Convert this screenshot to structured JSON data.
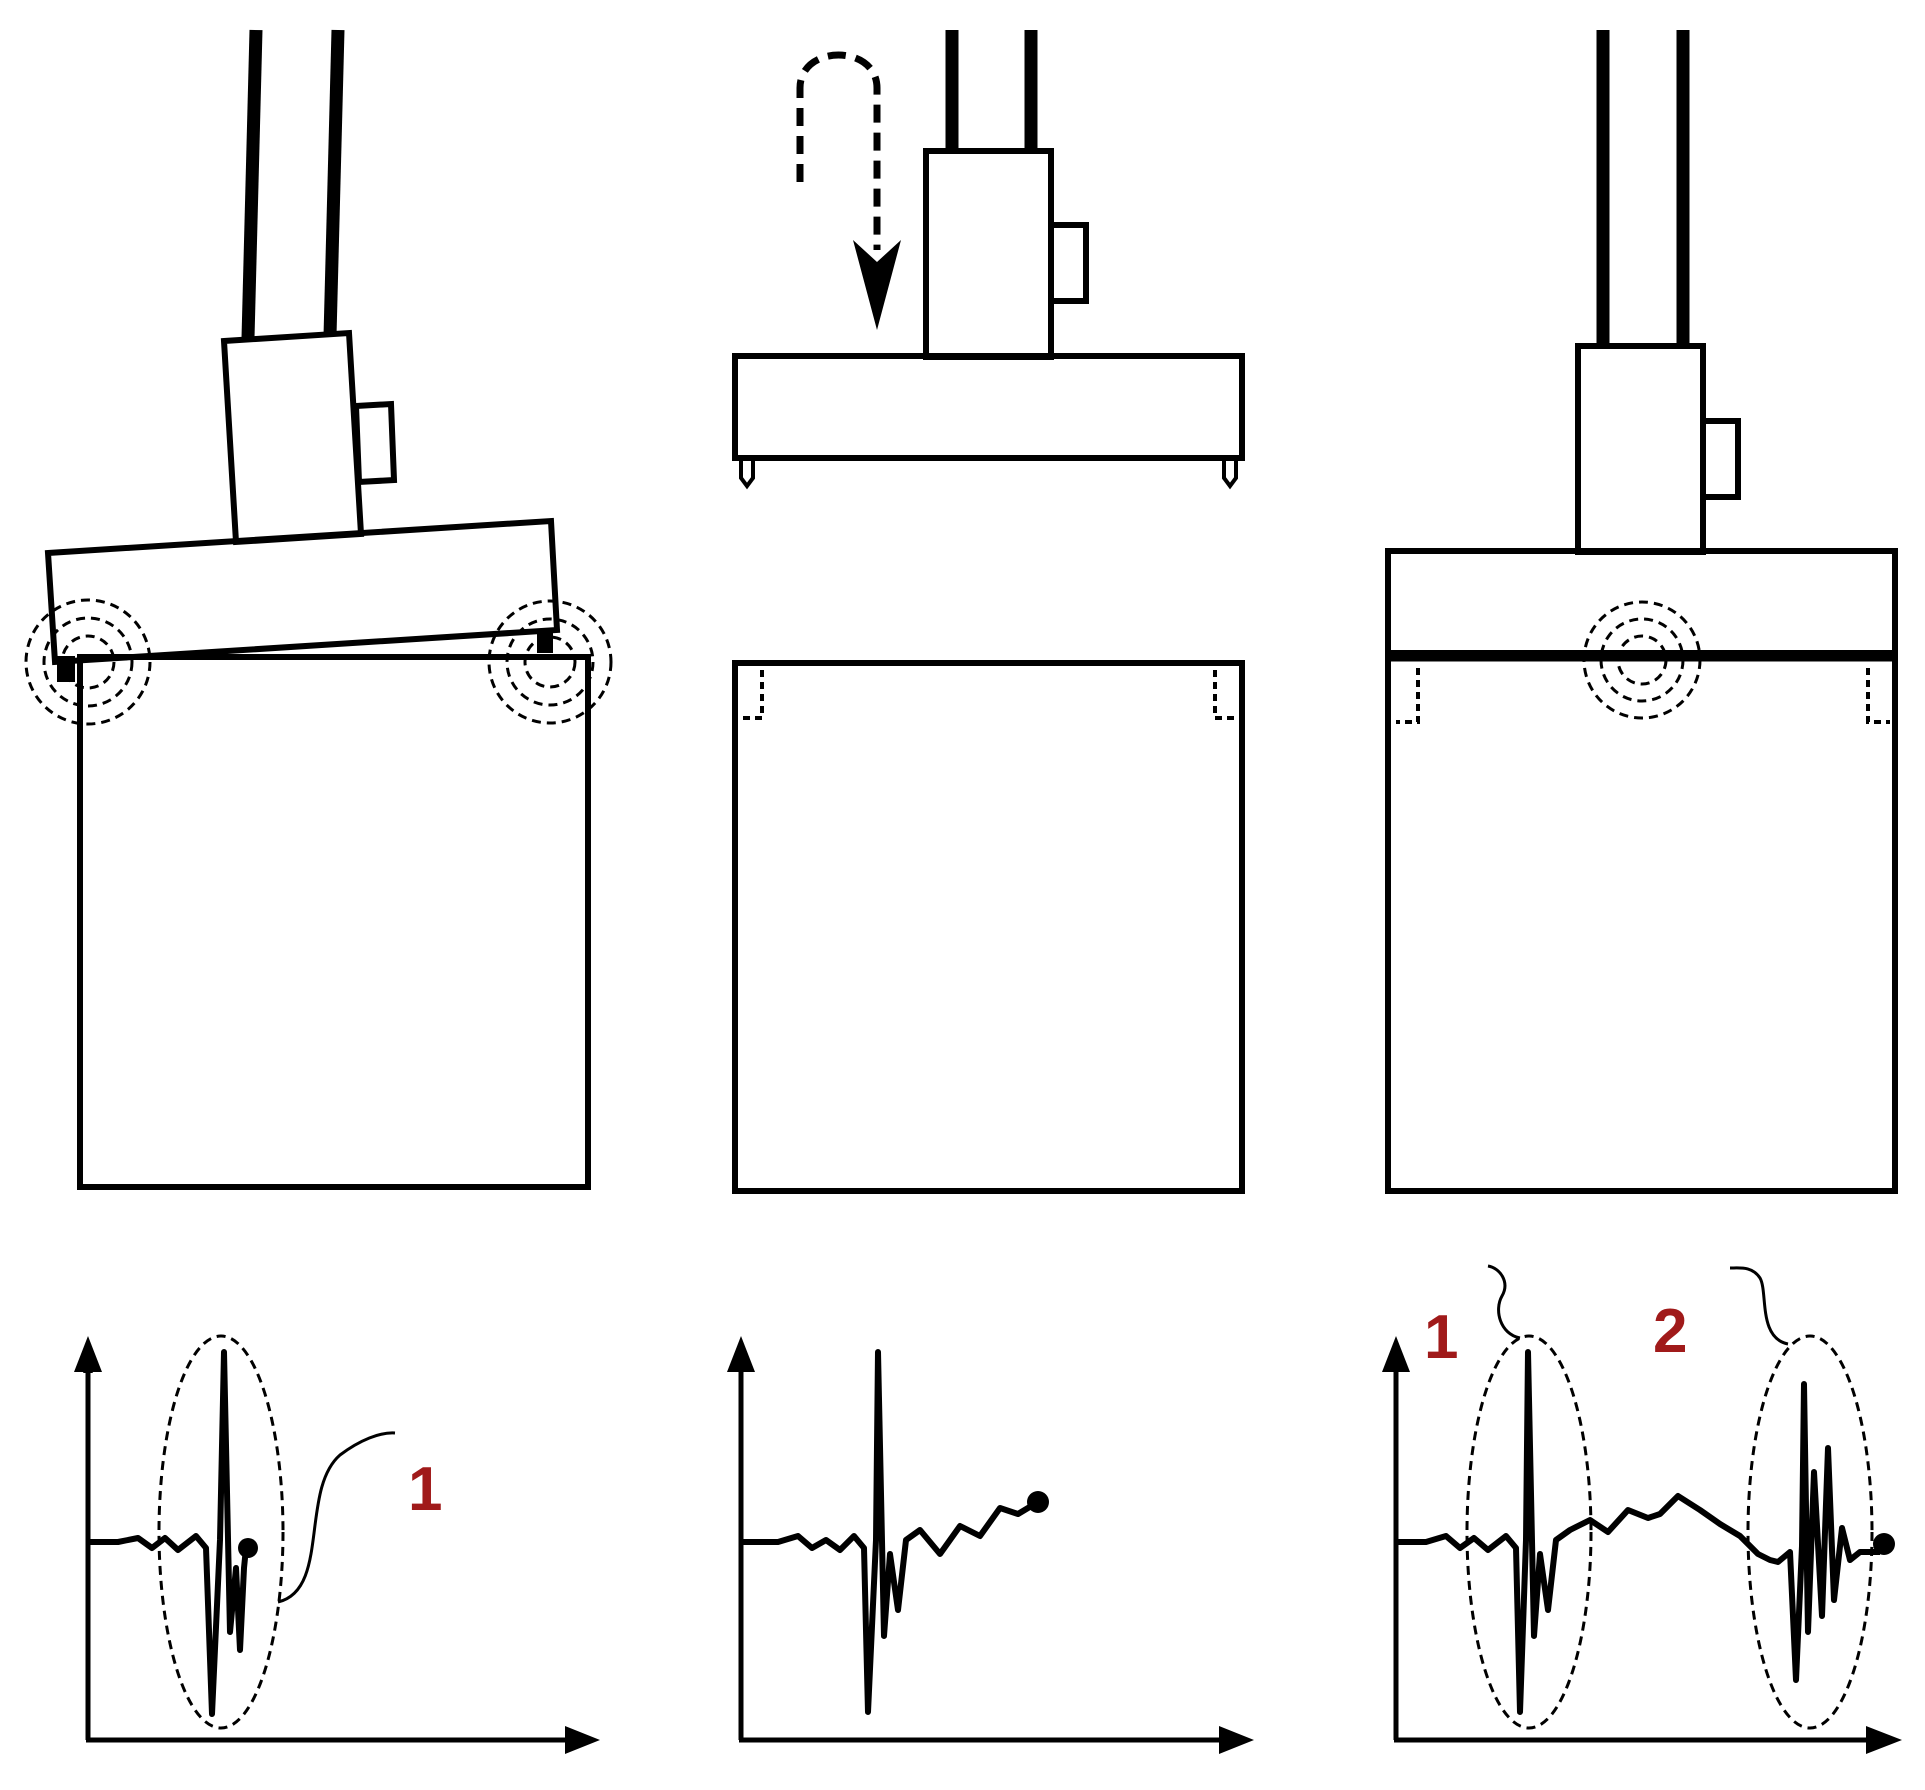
{
  "colors": {
    "ink": "#000000",
    "label": "#a01a1a",
    "background": "#ffffff"
  },
  "panels": [
    {
      "name": "tilted-contact",
      "labels": [
        "1"
      ]
    },
    {
      "name": "approach",
      "labels": []
    },
    {
      "name": "flat-contact",
      "labels": [
        "1",
        "2"
      ]
    }
  ]
}
